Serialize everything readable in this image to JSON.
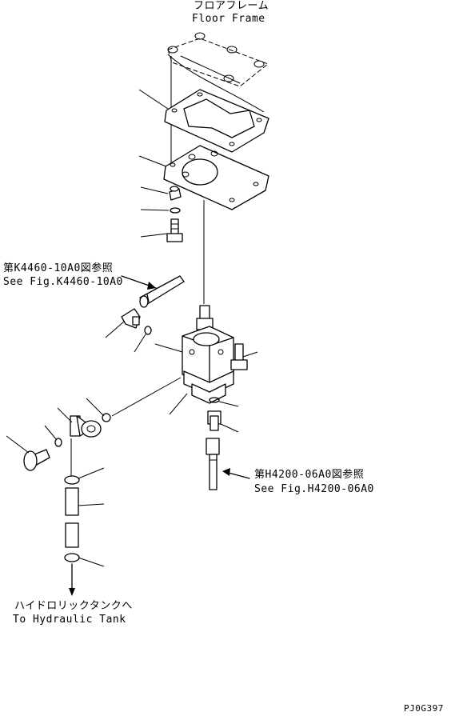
{
  "labels": {
    "floor_frame_jp": "フロアフレーム",
    "floor_frame_en": "Floor Frame",
    "ref1_jp": "第K4460-10A0図参照",
    "ref1_en": "See Fig.K4460-10A0",
    "ref2_jp": "第H4200-06A0図参照",
    "ref2_en": "See Fig.H4200-06A0",
    "tank_jp": "ハイドロリックタンクへ",
    "tank_en": "To Hydraulic Tank",
    "drawing_code": "PJ0G397"
  }
}
